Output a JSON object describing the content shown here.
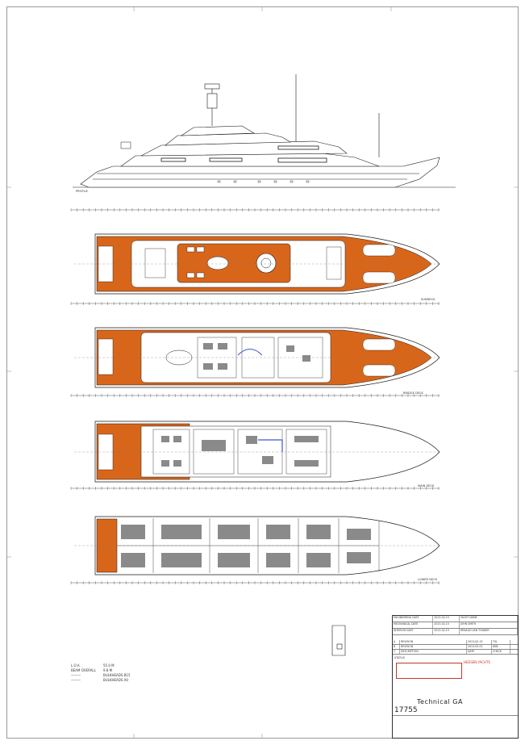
{
  "sheet": {
    "title": "Technical GA",
    "project_number": "17755",
    "brand": "HEESEN YACHTS"
  },
  "legend": {
    "loa_label": "L.O.A.",
    "loa_value": "55.0 M",
    "beam_label": "BEAM OVERALL",
    "beam_value": "9.8 M",
    "bulkhead_label_1": "BULKHEADS B15",
    "bulkhead_label_2": "BULKHEADS A0"
  },
  "views": {
    "profile_label": "PROFILE",
    "sundeck_label": "SUNDECK",
    "bridge_label": "BRIDGE DECK",
    "main_label": "MAIN DECK",
    "lower_label": "LOWER DECK"
  },
  "title_block": {
    "rows": [
      [
        "ENGINEERING DATE",
        "2013-02-15",
        "YACHT NAME"
      ],
      [
        "MECHANICAL DATE",
        "2013-02-15",
        "JOHN SMITH"
      ],
      [
        "INTERIOR DATE",
        "2013-02-15",
        "RENAUD VAN TONDER"
      ]
    ],
    "revisions": [
      [
        "A",
        "REVISION",
        "2013-02-15",
        "TSL"
      ],
      [
        "B",
        "REVISION",
        "2013-03-01",
        "NSB"
      ],
      [
        "C",
        "DESCRIPTION",
        "DATE",
        "CHECK"
      ]
    ],
    "status_label": "STATUS"
  },
  "colors": {
    "teak": "#d8661a",
    "line": "#1a1a1a",
    "grey_furniture": "#8a8a8a",
    "blue_accent": "#3a5bc7",
    "brand_red": "#c0392b"
  }
}
